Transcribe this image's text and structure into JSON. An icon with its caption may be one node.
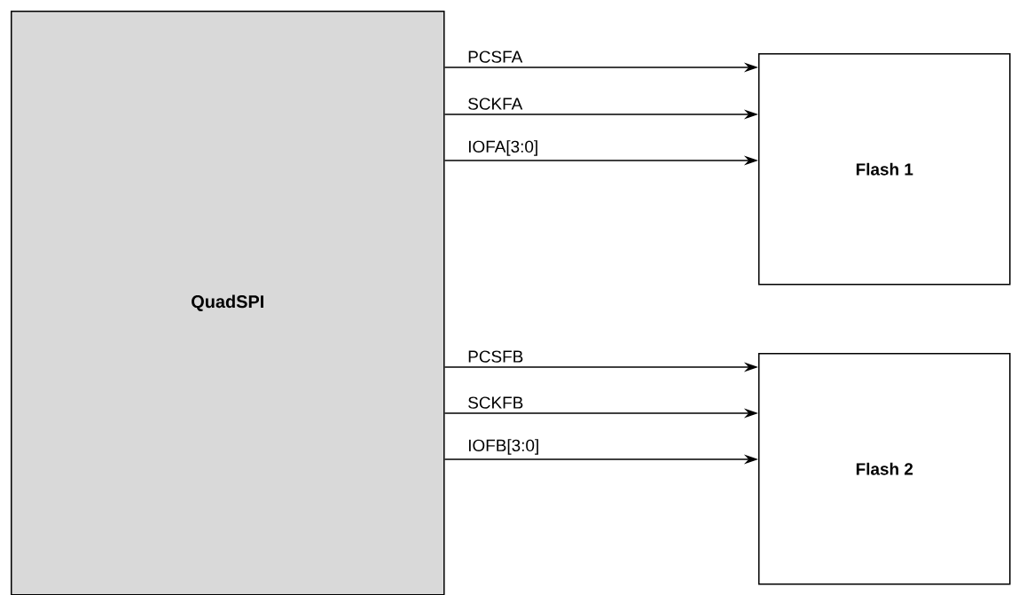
{
  "diagram": {
    "nodes": [
      {
        "text": [
          "QuadSPI"
        ]
      },
      {
        "text": [
          "Flash 1"
        ]
      },
      {
        "text": [
          "Flash 2"
        ]
      }
    ],
    "edges": [
      {
        "from": 0,
        "to": 1,
        "arrow": "to",
        "label": "PCSFA"
      },
      {
        "from": 0,
        "to": 1,
        "arrow": "to",
        "label": "SCKFA"
      },
      {
        "from": 0,
        "to": 1,
        "arrow": "to",
        "label": "IOFA[3:0]"
      },
      {
        "from": 0,
        "to": 2,
        "arrow": "to",
        "label": "PCSFB"
      },
      {
        "from": 0,
        "to": 2,
        "arrow": "to",
        "label": "SCKFB"
      },
      {
        "from": 0,
        "to": 2,
        "arrow": "to",
        "label": "IOFB[3:0]"
      }
    ]
  }
}
